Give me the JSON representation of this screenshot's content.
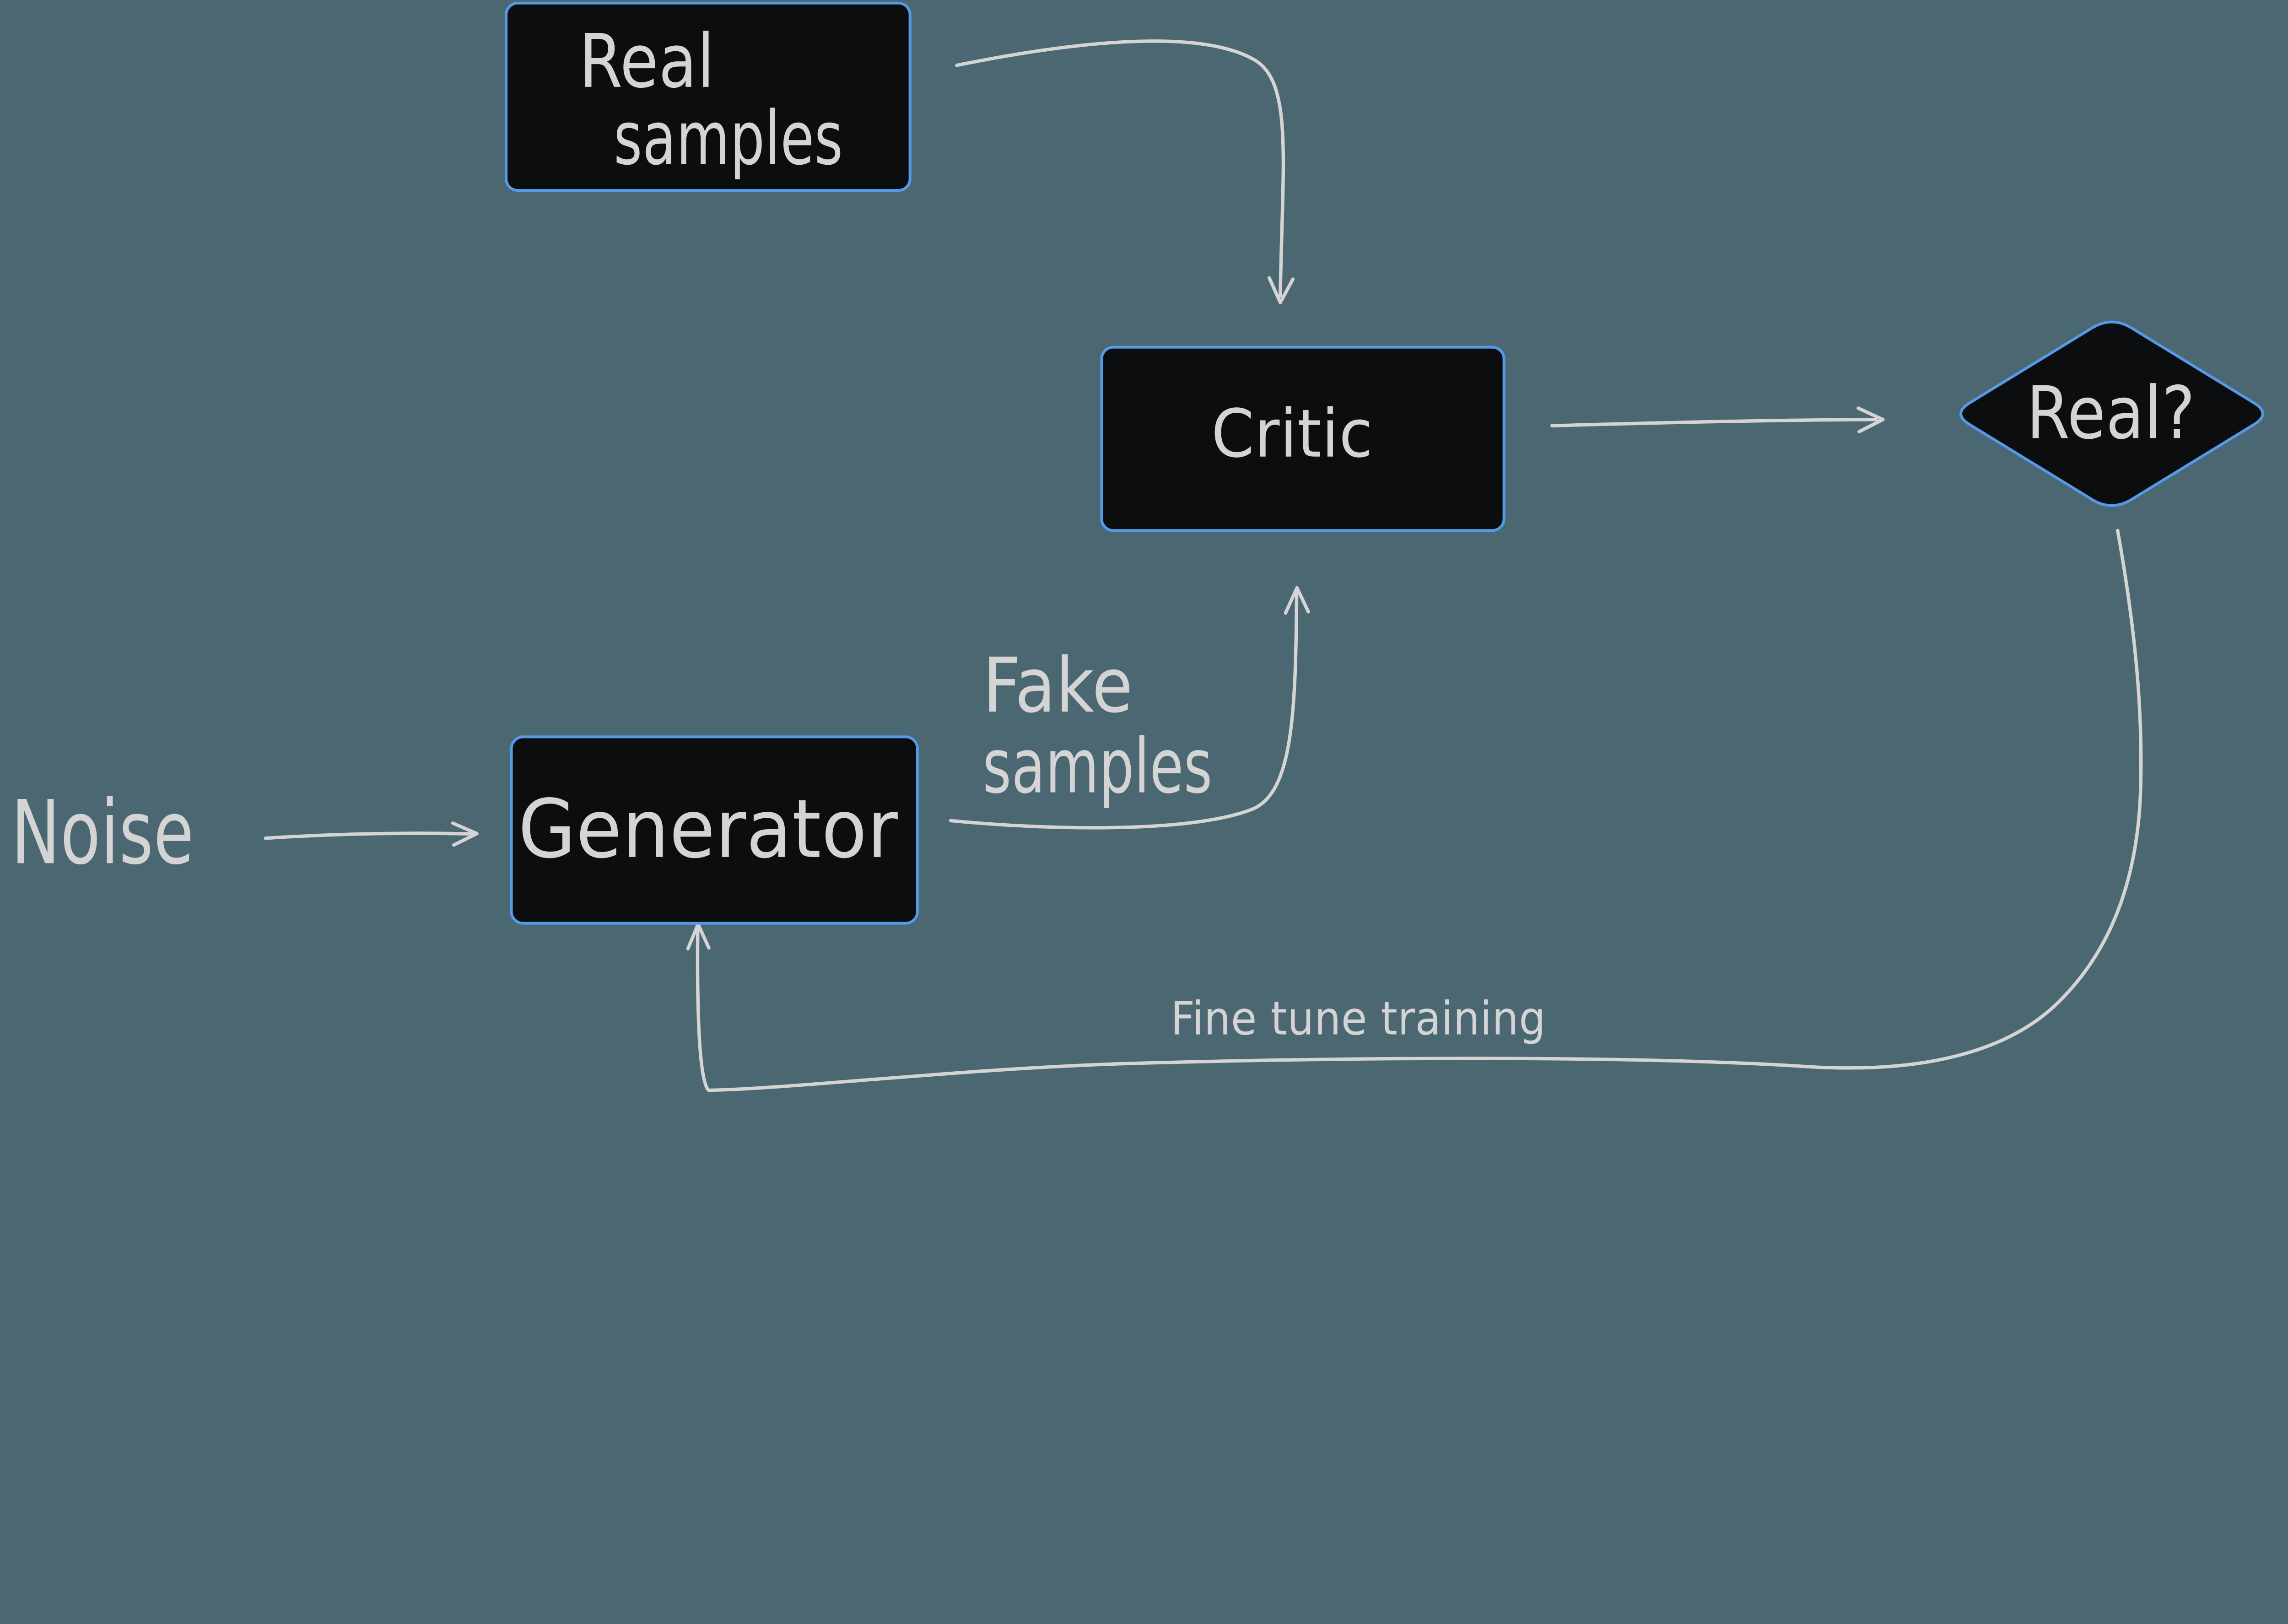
{
  "colors": {
    "background": "#4B6872",
    "node_fill": "#0C0D0F",
    "node_border": "#549AE6",
    "ink": "#D4D4D4"
  },
  "nodes": {
    "real_samples": {
      "line1": "Real",
      "line2": "samples"
    },
    "critic": {
      "label": "Critic"
    },
    "generator": {
      "label": "Generator"
    },
    "real_question": {
      "label": "Real?"
    }
  },
  "labels": {
    "noise": "Noise",
    "fake_line1": "Fake",
    "fake_line2": "samples",
    "fine_tune": "Fine tune training"
  }
}
